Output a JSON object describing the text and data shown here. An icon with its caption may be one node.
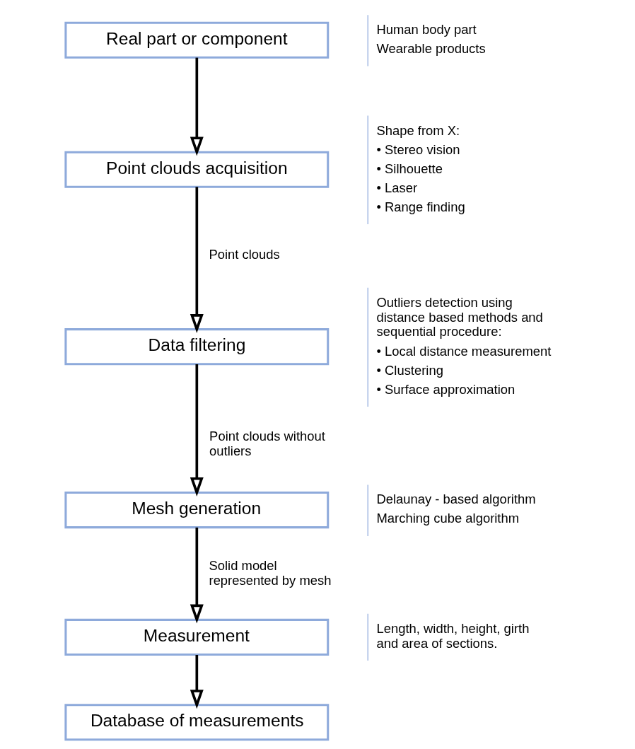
{
  "diagram": {
    "nodes": [
      {
        "text": [
          "Real part or component"
        ],
        "beside": [
          "Human body part",
          "Wearable products"
        ]
      },
      {
        "text": [
          "Point clouds acquisition"
        ],
        "beside": [
          "Shape from X:",
          "• Stereo vision",
          "• Silhouette",
          "• Laser",
          "• Range finding"
        ]
      },
      {
        "text": [
          "Data filtering"
        ],
        "beside": [
          "Outliers detection using distance based methods and sequential procedure:",
          "• Local distance measurement",
          "• Clustering",
          "• Surface approximation"
        ]
      },
      {
        "text": [
          "Mesh generation"
        ],
        "beside": [
          "Delaunay - based algorithm",
          "Marching cube algorithm"
        ]
      },
      {
        "text": [
          "Measurement"
        ],
        "beside": [
          "Length, width, height, girth and area of sections."
        ]
      },
      {
        "text": [
          "Database of measurements"
        ]
      }
    ],
    "edges": [
      {
        "from": 0,
        "to": 1,
        "arrow": "to"
      },
      {
        "from": 1,
        "to": 2,
        "arrow": "to",
        "label": "Point clouds"
      },
      {
        "from": 2,
        "to": 3,
        "arrow": "to",
        "label": "Point clouds without outliers"
      },
      {
        "from": 3,
        "to": 4,
        "arrow": "to",
        "label": "Solid model represented by mesh"
      },
      {
        "from": 4,
        "to": 5,
        "arrow": "to"
      }
    ]
  }
}
